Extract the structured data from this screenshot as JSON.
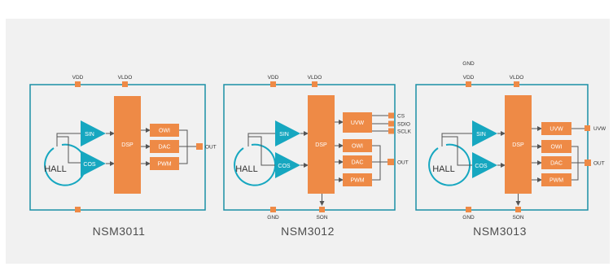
{
  "diagrams": [
    {
      "name": "NSM3011",
      "pins": {
        "vdd": "VDD",
        "vldo": "VLDO"
      },
      "blocks": {
        "sin": "SIN",
        "cos": "COS",
        "dsp": "DSP",
        "hall": "HALL",
        "owi": "OWI",
        "dac": "DAC",
        "pwm": "PWM"
      },
      "out": "OUT"
    },
    {
      "name": "NSM3012",
      "pins": {
        "vdd": "VDD",
        "vldo": "VLDO",
        "gnd": "GND",
        "son": "SON",
        "cs": "CS",
        "sdio": "SDIO",
        "sclk": "SCLK"
      },
      "blocks": {
        "sin": "SIN",
        "cos": "COS",
        "dsp": "DSP",
        "hall": "HALL",
        "uvw": "UVW",
        "owi": "OWI",
        "dac": "DAC",
        "pwm": "PWM"
      },
      "out": "OUT"
    },
    {
      "name": "NSM3013",
      "pins": {
        "gnd_top": "GND",
        "vdd": "VDD",
        "vldo": "VLDO",
        "gnd": "GND",
        "son": "SON",
        "uvw": "UVW"
      },
      "blocks": {
        "sin": "SIN",
        "cos": "COS",
        "dsp": "DSP",
        "hall": "HALL",
        "uvw": "UVW",
        "owi": "OWI",
        "dac": "DAC",
        "pwm": "PWM"
      },
      "out": "OUT"
    }
  ],
  "colors": {
    "border": "#1a8fa6",
    "triangle": "#16a7c0",
    "block": "#ee8a46",
    "wire": "#555555",
    "panel": "#f1f1f1"
  }
}
